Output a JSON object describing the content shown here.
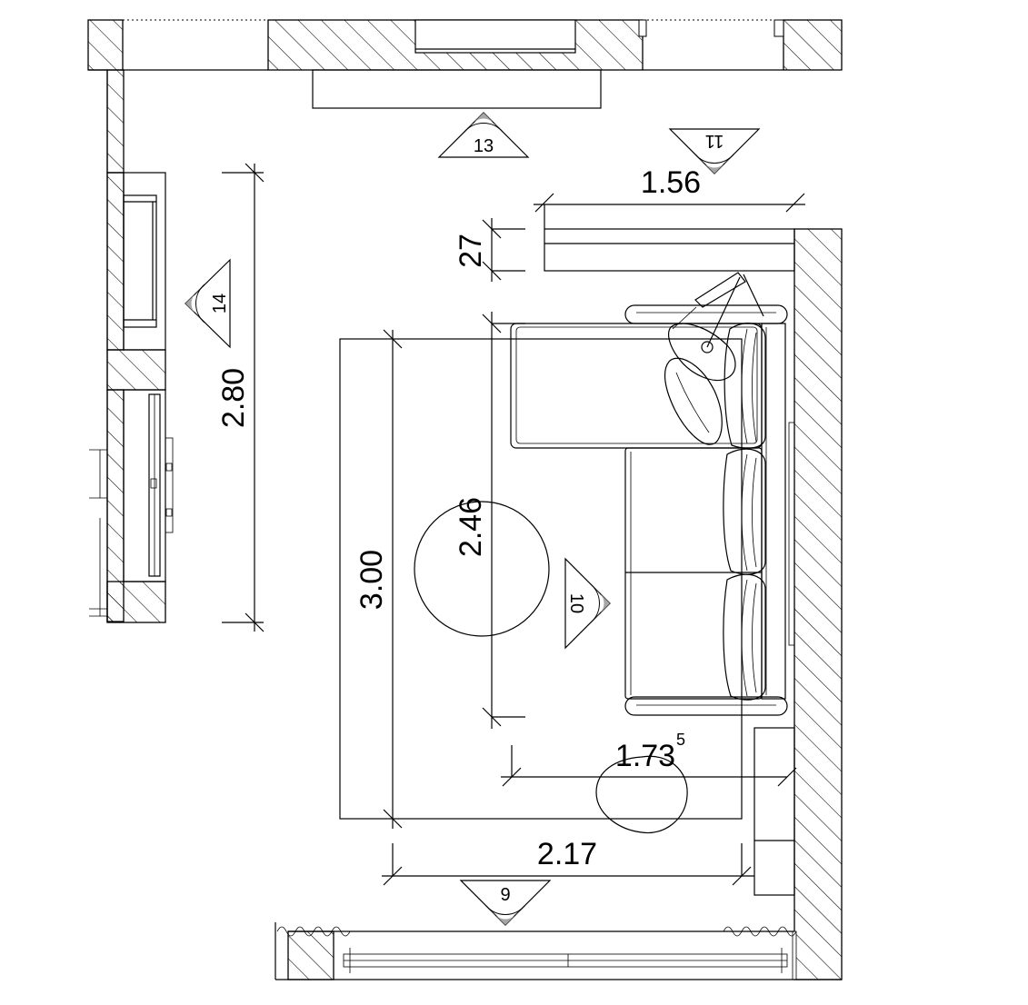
{
  "dimensions": {
    "left_wall_length": "2.80",
    "rug_length": "3.00",
    "sofa_length": "2.46",
    "sofa_top_width": "1.56",
    "shelf_depth": "27",
    "chaise_width": "1.73",
    "chaise_width_superscript": "5",
    "rug_width": "2.17"
  },
  "view_markers": [
    {
      "label": "13",
      "direction": "up"
    },
    {
      "label": "11",
      "direction": "down"
    },
    {
      "label": "14",
      "direction": "left"
    },
    {
      "label": "10",
      "direction": "right"
    },
    {
      "label": "9",
      "direction": "down"
    }
  ],
  "colors": {
    "marker_fill": "#a6a6a6",
    "line": "#000000"
  }
}
